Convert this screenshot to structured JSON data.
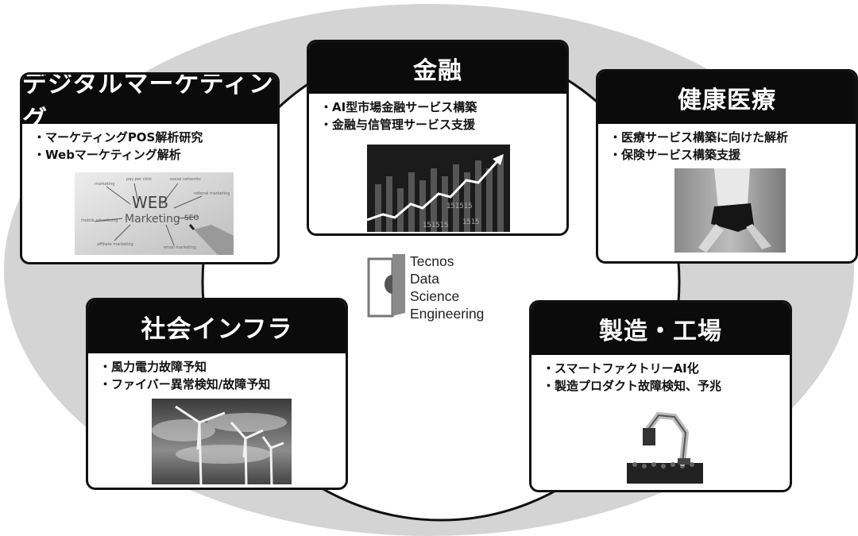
{
  "cards": {
    "marketing": {
      "title": "デジタルマーケティング",
      "items": [
        "マーケティングPOS解析研究",
        "Webマーケティング解析"
      ],
      "image": {
        "center_label": "WEB",
        "sub_label": "Marketing",
        "side_label": "SEO"
      }
    },
    "finance": {
      "title": "金融",
      "items": [
        "AI型市場金融サービス構築",
        "金融与信管理サービス支援"
      ]
    },
    "health": {
      "title": "健康医療",
      "items": [
        "医療サービス構築に向けた解析",
        "保険サービス構築支援"
      ]
    },
    "infra": {
      "title": "社会インフラ",
      "items": [
        "風力電力故障予知",
        "ファイバー異常検知/故障予知"
      ]
    },
    "factory": {
      "title": "製造・工場",
      "items": [
        "スマートファクトリーAI化",
        "製造プロダクト故障検知、予兆"
      ]
    }
  },
  "center": {
    "lines": [
      "Tecnos",
      "Data",
      "Science",
      "Engineering"
    ]
  },
  "colors": {
    "ellipse": "#d4d4d4",
    "header": "#0b0b0b",
    "border": "#111111"
  },
  "icons": {
    "marketing": "web-marketing-photo",
    "finance": "stock-chart-photo",
    "health": "runner-photo",
    "infra": "wind-turbine-photo",
    "factory": "robot-arm-photo",
    "center": "tecnos-logo-icon"
  }
}
